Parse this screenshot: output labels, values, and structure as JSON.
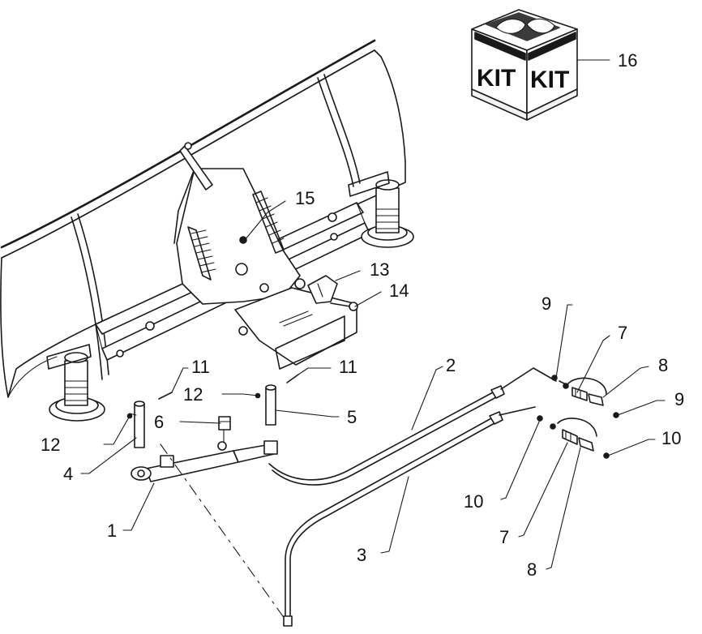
{
  "diagram": {
    "kit_box": {
      "label_left": "KIT",
      "label_right": "KIT"
    },
    "callouts": [
      {
        "id": "c1",
        "label": "1"
      },
      {
        "id": "c2",
        "label": "2"
      },
      {
        "id": "c3",
        "label": "3"
      },
      {
        "id": "c4",
        "label": "4"
      },
      {
        "id": "c5",
        "label": "5"
      },
      {
        "id": "c6",
        "label": "6"
      },
      {
        "id": "c7a",
        "label": "7"
      },
      {
        "id": "c7b",
        "label": "7"
      },
      {
        "id": "c8a",
        "label": "8"
      },
      {
        "id": "c8b",
        "label": "8"
      },
      {
        "id": "c9a",
        "label": "9"
      },
      {
        "id": "c9b",
        "label": "9"
      },
      {
        "id": "c10a",
        "label": "10"
      },
      {
        "id": "c10b",
        "label": "10"
      },
      {
        "id": "c11a",
        "label": "11"
      },
      {
        "id": "c11b",
        "label": "11"
      },
      {
        "id": "c12a",
        "label": "12"
      },
      {
        "id": "c12b",
        "label": "12"
      },
      {
        "id": "c13",
        "label": "13"
      },
      {
        "id": "c14",
        "label": "14"
      },
      {
        "id": "c15",
        "label": "15"
      },
      {
        "id": "c16",
        "label": "16"
      }
    ]
  }
}
